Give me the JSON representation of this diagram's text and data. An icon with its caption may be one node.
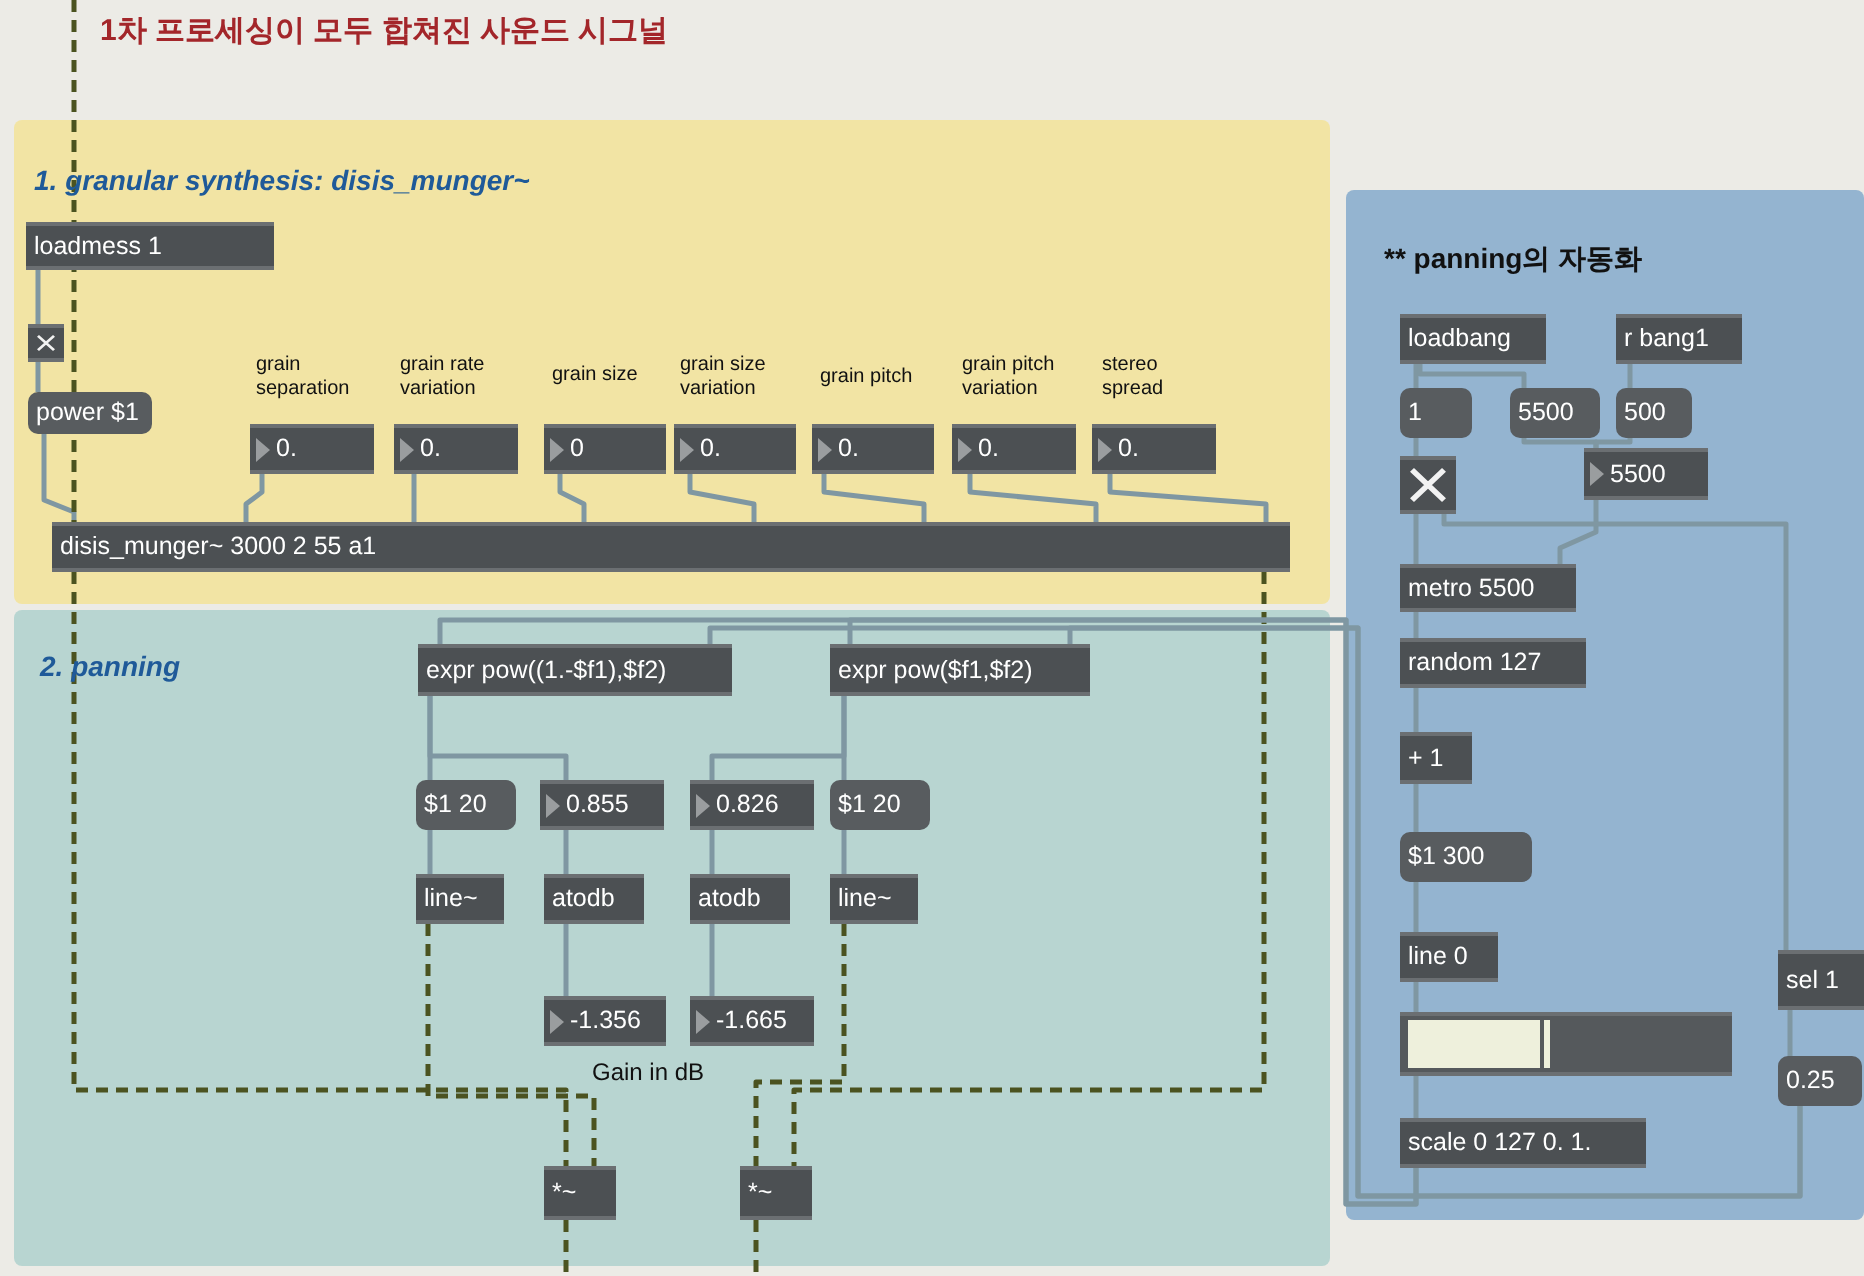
{
  "diagram": {
    "title": "1차 프로세싱이 모두 합쳐진 사운드 시그널",
    "nodes": [
      {
        "text": [
          "1. granular synthesis: disis_munger~"
        ]
      },
      {
        "text": [
          "loadmess 1"
        ],
        "in": 0
      },
      {
        "text": [],
        "shape": "box",
        "in": 0
      },
      {
        "text": [
          "power $1"
        ],
        "in": 0
      },
      {
        "text": [
          "0."
        ],
        "in": 0
      },
      {
        "text": [
          "0."
        ],
        "in": 0
      },
      {
        "text": [
          "0"
        ],
        "in": 0
      },
      {
        "text": [
          "0."
        ],
        "in": 0
      },
      {
        "text": [
          "0."
        ],
        "in": 0
      },
      {
        "text": [
          "0."
        ],
        "in": 0
      },
      {
        "text": [
          "0."
        ],
        "in": 0
      },
      {
        "text": [
          "disis_munger~ 3000 2 55 a1"
        ],
        "in": 0
      },
      {
        "text": [
          "2. panning"
        ]
      },
      {
        "text": [
          "expr pow((1.-$f1),$f2)"
        ],
        "in": 12
      },
      {
        "text": [
          "expr pow($f1,$f2)"
        ],
        "in": 12
      },
      {
        "text": [
          "$1 20"
        ],
        "in": 12
      },
      {
        "text": [
          "0.855"
        ],
        "in": 12
      },
      {
        "text": [
          "0.826"
        ],
        "in": 12
      },
      {
        "text": [
          "$1 20"
        ],
        "in": 12
      },
      {
        "text": [
          "line~"
        ],
        "in": 12
      },
      {
        "text": [
          "atodb"
        ],
        "in": 12
      },
      {
        "text": [
          "atodb"
        ],
        "in": 12
      },
      {
        "text": [
          "line~"
        ],
        "in": 12
      },
      {
        "text": [
          "-1.356"
        ],
        "in": 12
      },
      {
        "text": [
          "-1.665"
        ],
        "in": 12
      },
      {
        "text": [
          "*~"
        ],
        "in": 12
      },
      {
        "text": [
          "*~"
        ],
        "in": 12
      },
      {
        "text": [
          "** panning의 자동화"
        ]
      },
      {
        "text": [
          "loadbang"
        ],
        "in": 27
      },
      {
        "text": [
          "r bang1"
        ],
        "in": 27
      },
      {
        "text": [
          "1"
        ],
        "in": 27
      },
      {
        "text": [
          "5500"
        ],
        "in": 27
      },
      {
        "text": [
          "500"
        ],
        "in": 27
      },
      {
        "text": [
          "5500"
        ],
        "in": 27
      },
      {
        "text": [],
        "shape": "box",
        "in": 27
      },
      {
        "text": [
          "metro 5500"
        ],
        "in": 27
      },
      {
        "text": [
          "random 127"
        ],
        "in": 27
      },
      {
        "text": [
          "+ 1"
        ],
        "in": 27
      },
      {
        "text": [
          "$1 300"
        ],
        "in": 27
      },
      {
        "text": [
          "line 0"
        ],
        "in": 27
      },
      {
        "text": [
          "sel 1"
        ],
        "in": 27
      },
      {
        "text": [],
        "shape": "bar",
        "in": 27
      },
      {
        "text": [
          "0.25"
        ],
        "in": 27
      },
      {
        "text": [
          "scale 0 127 0. 1."
        ],
        "in": 27
      }
    ],
    "edges": [
      {
        "from": 1,
        "to": 2,
        "arrow": "none"
      },
      {
        "from": 2,
        "to": 3,
        "arrow": "none"
      },
      {
        "from": 3,
        "to": 11,
        "arrow": "none"
      },
      {
        "from": null,
        "to": 11,
        "arrow": "none",
        "style": "dashed",
        "color": "#4b5320"
      },
      {
        "from": 4,
        "to": 11,
        "arrow": "none"
      },
      {
        "from": 5,
        "to": 11,
        "arrow": "none"
      },
      {
        "from": 6,
        "to": 11,
        "arrow": "none"
      },
      {
        "from": 7,
        "to": 11,
        "arrow": "none"
      },
      {
        "from": 8,
        "to": 11,
        "arrow": "none"
      },
      {
        "from": 9,
        "to": 11,
        "arrow": "none"
      },
      {
        "from": 10,
        "to": 11,
        "arrow": "none"
      },
      {
        "from": 11,
        "to": 25,
        "arrow": "none",
        "style": "dashed",
        "color": "#4b5320"
      },
      {
        "from": 11,
        "to": 26,
        "arrow": "none",
        "style": "dashed",
        "color": "#4b5320"
      },
      {
        "from": 19,
        "to": 25,
        "arrow": "none",
        "style": "dashed",
        "color": "#4b5320"
      },
      {
        "from": 22,
        "to": 26,
        "arrow": "none",
        "style": "dashed",
        "color": "#4b5320"
      },
      {
        "from": 13,
        "to": 15,
        "arrow": "none"
      },
      {
        "from": 13,
        "to": 16,
        "arrow": "none"
      },
      {
        "from": 16,
        "to": 20,
        "arrow": "none"
      },
      {
        "from": 20,
        "to": 23,
        "arrow": "none"
      },
      {
        "from": 15,
        "to": 19,
        "arrow": "none"
      },
      {
        "from": 14,
        "to": 18,
        "arrow": "none"
      },
      {
        "from": 14,
        "to": 17,
        "arrow": "none"
      },
      {
        "from": 17,
        "to": 21,
        "arrow": "none"
      },
      {
        "from": 21,
        "to": 24,
        "arrow": "none"
      },
      {
        "from": 18,
        "to": 22,
        "arrow": "none"
      },
      {
        "from": 28,
        "to": 30,
        "arrow": "none"
      },
      {
        "from": 28,
        "to": 31,
        "arrow": "none"
      },
      {
        "from": 29,
        "to": 32,
        "arrow": "none"
      },
      {
        "from": 31,
        "to": 33,
        "arrow": "none"
      },
      {
        "from": 32,
        "to": 33,
        "arrow": "none"
      },
      {
        "from": 30,
        "to": 34,
        "arrow": "none"
      },
      {
        "from": 34,
        "to": 35,
        "arrow": "none"
      },
      {
        "from": 33,
        "to": 35,
        "arrow": "none"
      },
      {
        "from": 35,
        "to": 36,
        "arrow": "none"
      },
      {
        "from": 36,
        "to": 37,
        "arrow": "none"
      },
      {
        "from": 37,
        "to": 38,
        "arrow": "none"
      },
      {
        "from": 38,
        "to": 39,
        "arrow": "none"
      },
      {
        "from": 39,
        "to": 41,
        "arrow": "none"
      },
      {
        "from": 41,
        "to": 43,
        "arrow": "none"
      },
      {
        "from": 43,
        "to": 13,
        "arrow": "none"
      },
      {
        "from": 43,
        "to": 14,
        "arrow": "none"
      },
      {
        "from": 34,
        "to": 40,
        "arrow": "none"
      },
      {
        "from": 40,
        "to": 42,
        "arrow": "none"
      },
      {
        "from": 42,
        "to": 13,
        "arrow": "none"
      },
      {
        "from": 42,
        "to": 14,
        "arrow": "none"
      },
      {
        "from": 25,
        "to": null,
        "arrow": "none",
        "style": "dashed",
        "color": "#4b5320"
      },
      {
        "from": 26,
        "to": null,
        "arrow": "none",
        "style": "dashed",
        "color": "#4b5320"
      }
    ],
    "labels": [
      "grain separation",
      "grain rate variation",
      "grain size",
      "grain size variation",
      "grain pitch",
      "grain pitch variation",
      "stereo spread",
      "Gain in dB"
    ]
  }
}
